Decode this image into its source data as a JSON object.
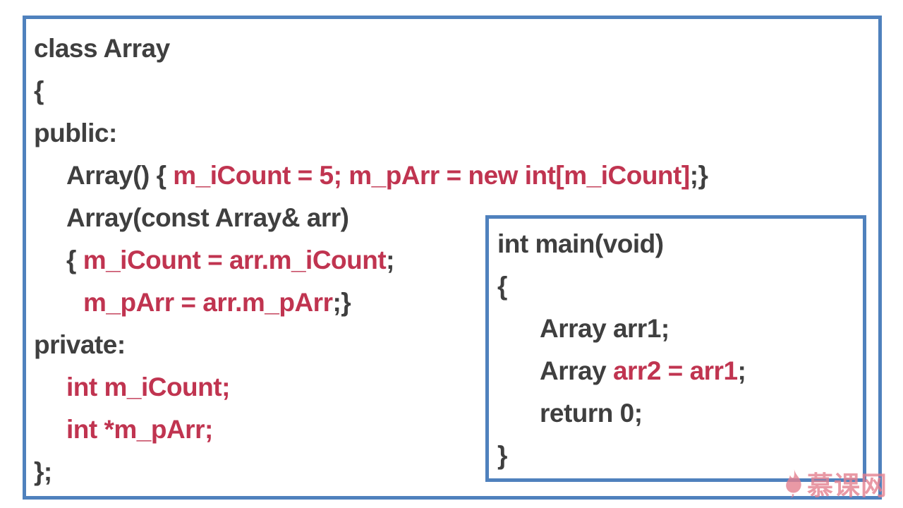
{
  "colors": {
    "border_blue": "#4f81bd",
    "text_dark": "#3f3f3f",
    "text_red": "#c03450",
    "background": "#ffffff",
    "watermark_pink": "#e4808f"
  },
  "class_code": {
    "lines": [
      {
        "indent": 0,
        "segments": [
          {
            "color": "dark",
            "text": "class Array"
          }
        ]
      },
      {
        "indent": 0,
        "segments": [
          {
            "color": "dark",
            "text": "{"
          }
        ]
      },
      {
        "indent": 0,
        "segments": [
          {
            "color": "dark",
            "text": "public:"
          }
        ]
      },
      {
        "indent": 1,
        "segments": [
          {
            "color": "dark",
            "text": "Array() { "
          },
          {
            "color": "red",
            "text": "m_iCount = 5; m_pArr = new int[m_iCount]"
          },
          {
            "color": "dark",
            "text": ";}"
          }
        ]
      },
      {
        "indent": 1,
        "segments": [
          {
            "color": "dark",
            "text": "Array(const Array& arr)"
          }
        ]
      },
      {
        "indent": 1,
        "segments": [
          {
            "color": "dark",
            "text": "{ "
          },
          {
            "color": "red",
            "text": "m_iCount = arr.m_iCount"
          },
          {
            "color": "dark",
            "text": ";"
          }
        ]
      },
      {
        "indent": 2,
        "segments": [
          {
            "color": "red",
            "text": "m_pArr = arr.m_pArr"
          },
          {
            "color": "dark",
            "text": ";}"
          }
        ]
      },
      {
        "indent": 0,
        "segments": [
          {
            "color": "dark",
            "text": "private:"
          }
        ]
      },
      {
        "indent": 1,
        "segments": [
          {
            "color": "red",
            "text": "int m_iCount;"
          }
        ]
      },
      {
        "indent": 1,
        "segments": [
          {
            "color": "red",
            "text": "int *m_pArr;"
          }
        ]
      },
      {
        "indent": 0,
        "segments": [
          {
            "color": "dark",
            "text": "};"
          }
        ]
      }
    ]
  },
  "main_code": {
    "lines": [
      {
        "indent": 0,
        "segments": [
          {
            "color": "dark",
            "text": "int main(void)"
          }
        ]
      },
      {
        "indent": 0,
        "segments": [
          {
            "color": "dark",
            "text": "{"
          }
        ]
      },
      {
        "indent": 1,
        "segments": [
          {
            "color": "dark",
            "text": "Array arr1;"
          }
        ]
      },
      {
        "indent": 1,
        "segments": [
          {
            "color": "dark",
            "text": "Array "
          },
          {
            "color": "red",
            "text": "arr2 = arr1"
          },
          {
            "color": "dark",
            "text": ";"
          }
        ]
      },
      {
        "indent": 1,
        "segments": [
          {
            "color": "dark",
            "text": "return 0;"
          }
        ]
      },
      {
        "indent": 0,
        "segments": [
          {
            "color": "dark",
            "text": "}"
          }
        ]
      }
    ]
  },
  "watermark": {
    "brand_text": "慕课网"
  }
}
